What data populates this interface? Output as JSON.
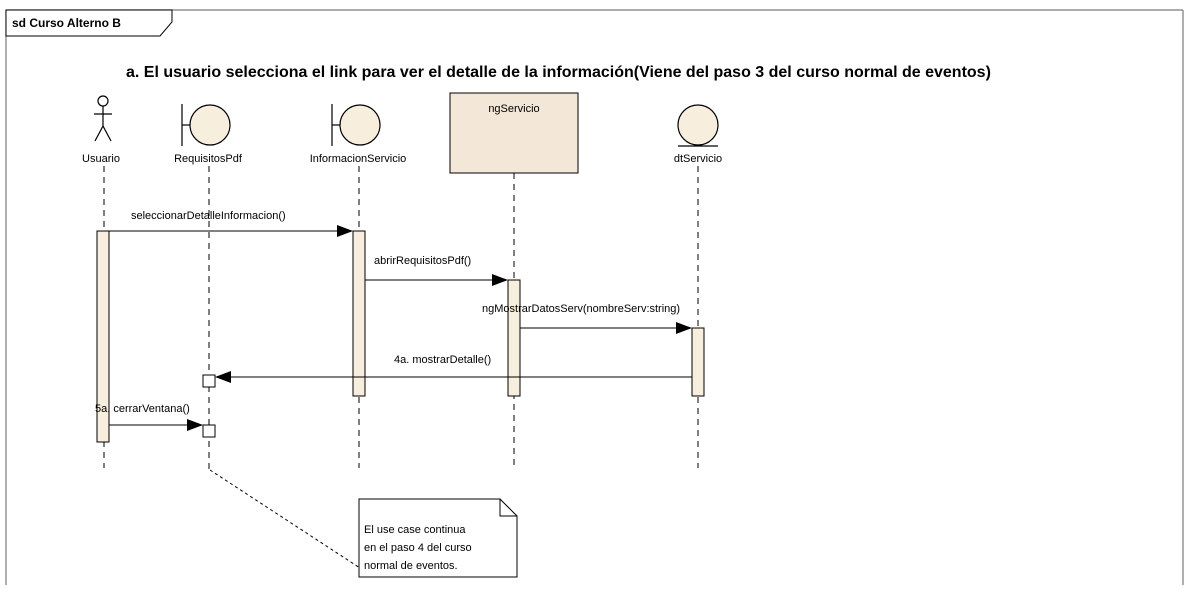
{
  "frame": {
    "tag": "sd Curso Alterno B"
  },
  "heading": "a. El usuario selecciona el link para ver el detalle de la información(Viene del paso 3 del curso normal de eventos)",
  "lifelines": {
    "usuario": "Usuario",
    "requisitos_pdf": "RequisitosPdf",
    "informacion_servicio": "InformacionServicio",
    "ng_servicio": "ngServicio",
    "dt_servicio": "dtServicio"
  },
  "messages": {
    "m1": "seleccionarDetalleInformacion()",
    "m2": "abrirRequisitosPdf()",
    "m3": "ngMostrarDatosServ(nombreServ:string)",
    "m4": "4a. mostrarDetalle()",
    "m5": "5a. cerrarVentana()"
  },
  "note": {
    "line1": "El use case continua",
    "line2": "en el paso 4 del curso",
    "line3": "normal de eventos."
  },
  "colors": {
    "activation_fill": "#f8eedd",
    "boundary_fill": "#f8eedd",
    "control_box_fill": "#f3e7d8",
    "note_fill": "#ffffff",
    "line": "#000000"
  }
}
